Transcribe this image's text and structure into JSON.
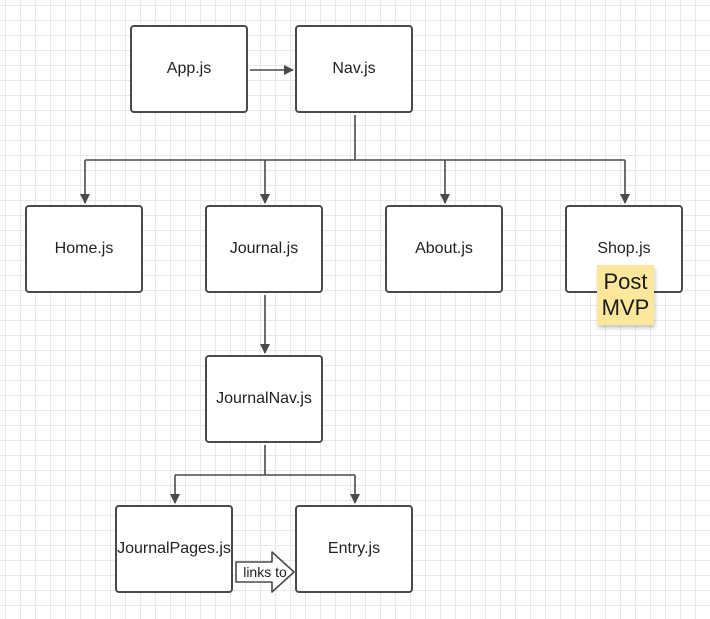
{
  "nodes": {
    "app": "App.js",
    "nav": "Nav.js",
    "home": "Home.js",
    "journal": "Journal.js",
    "about": "About.js",
    "shop": "Shop.js",
    "journal_nav": "JournalNav.js",
    "journal_pages": "JournalPages.js",
    "entry": "Entry.js"
  },
  "sticky_note": {
    "line1": "Post",
    "line2": "MVP",
    "color": "#fde79a"
  },
  "links_to_label": "links to",
  "colors": {
    "stroke": "#4a4a4a",
    "grid": "#e9e9e9"
  }
}
